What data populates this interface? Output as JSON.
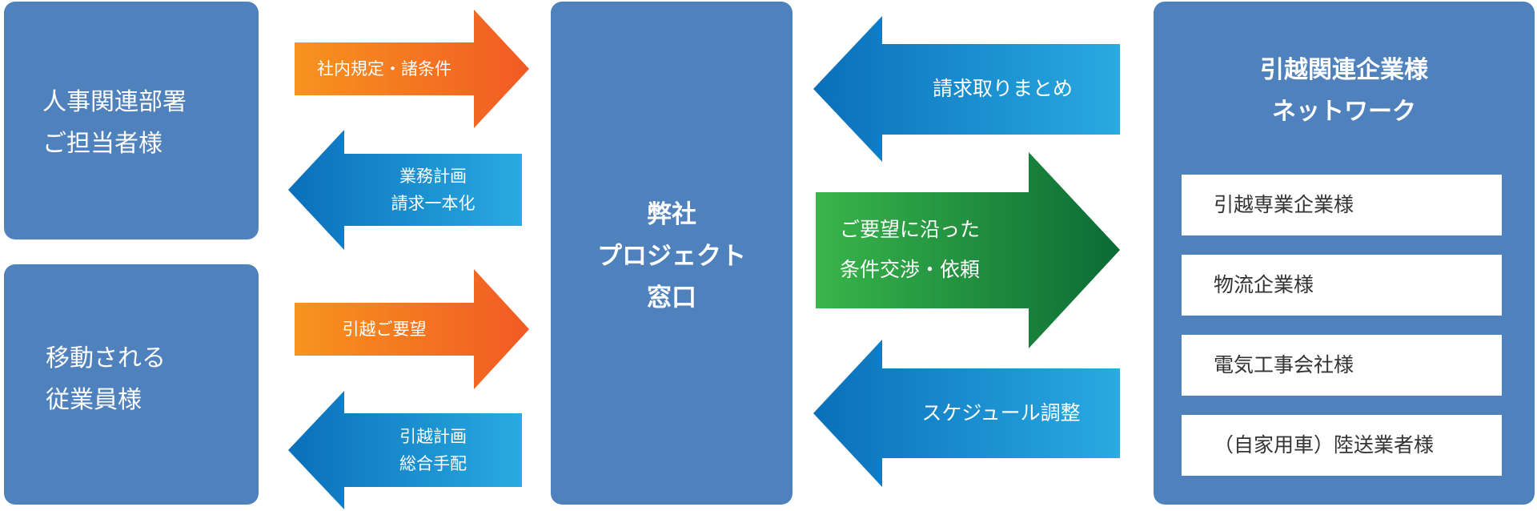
{
  "left_boxes": {
    "hr": "人事関連部署\nご担当者様",
    "employees": "移動される\n従業員様"
  },
  "center_box": "弊社\nプロジェクト\n窓口",
  "network": {
    "title": "引越関連企業様\nネットワーク",
    "partners": [
      "引越専業企業様",
      "物流企業様",
      "電気工事会社様",
      "（自家用車）陸送業者様"
    ]
  },
  "arrows": {
    "hr_to_center": "社内規定・諸条件",
    "center_to_hr": "業務計画\n請求一本化",
    "emp_to_center": "引越ご要望",
    "center_to_emp": "引越計画\n総合手配",
    "net_to_center_billing": "請求取りまとめ",
    "center_to_net": "ご要望に沿った\n条件交渉・依頼",
    "net_to_center_schedule": "スケジュール調整"
  },
  "colors": {
    "box_blue": "#4f81bd",
    "orange_start": "#f7941d",
    "orange_end": "#f15a24",
    "blue_arrow_start": "#0a6fba",
    "blue_arrow_end": "#29aae1",
    "green_start": "#39b54a",
    "green_end": "#0b6b35"
  }
}
